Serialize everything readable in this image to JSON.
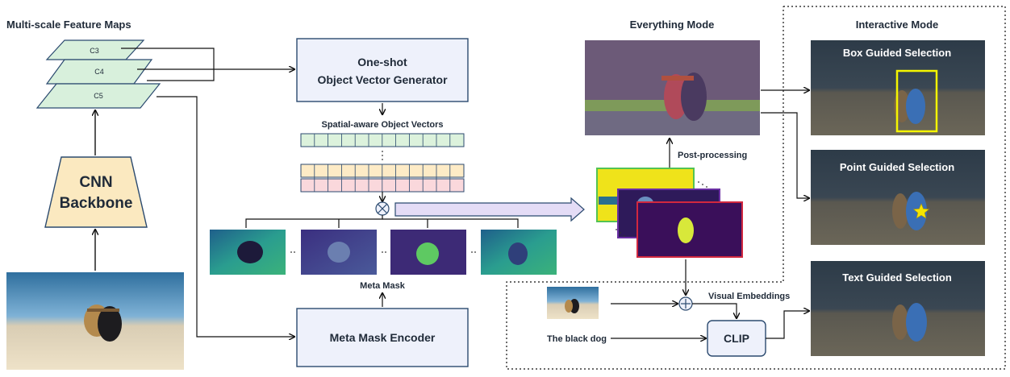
{
  "labels": {
    "feature_maps_title": "Multi-scale Feature Maps",
    "c3": "C3",
    "c4": "C4",
    "c5": "C5",
    "backbone_line1": "CNN",
    "backbone_line2": "Backbone",
    "generator_line1": "One-shot",
    "generator_line2": "Object Vector Generator",
    "object_vectors": "Spatial-aware Object Vectors",
    "meta_mask": "Meta Mask",
    "encoder": "Meta Mask Encoder",
    "everything_mode": "Everything Mode",
    "post_processing": "Post-processing",
    "interactive_mode": "Interactive Mode",
    "box_guided": "Box Guided Selection",
    "point_guided": "Point Guided Selection",
    "text_guided": "Text Guided Selection",
    "visual_embeddings": "Visual Embeddings",
    "text_prompt": "The black dog",
    "clip": "CLIP"
  },
  "colors": {
    "feature_map": "#d8f0dc",
    "box_fill": "#eef1fb",
    "backbone_fill": "#fbe9c0",
    "vector_green": "#dcf2dc",
    "vector_yellow": "#fdebc6",
    "vector_pink": "#fad8dc",
    "mask_border_green": "#53c353",
    "mask_border_purple": "#6a2fa3",
    "mask_border_red": "#d1283f",
    "box_select_yellow": "#f5f500"
  },
  "icons": {
    "multiply": "circle-times-icon",
    "add": "circle-plus-icon",
    "star": "star-icon"
  }
}
